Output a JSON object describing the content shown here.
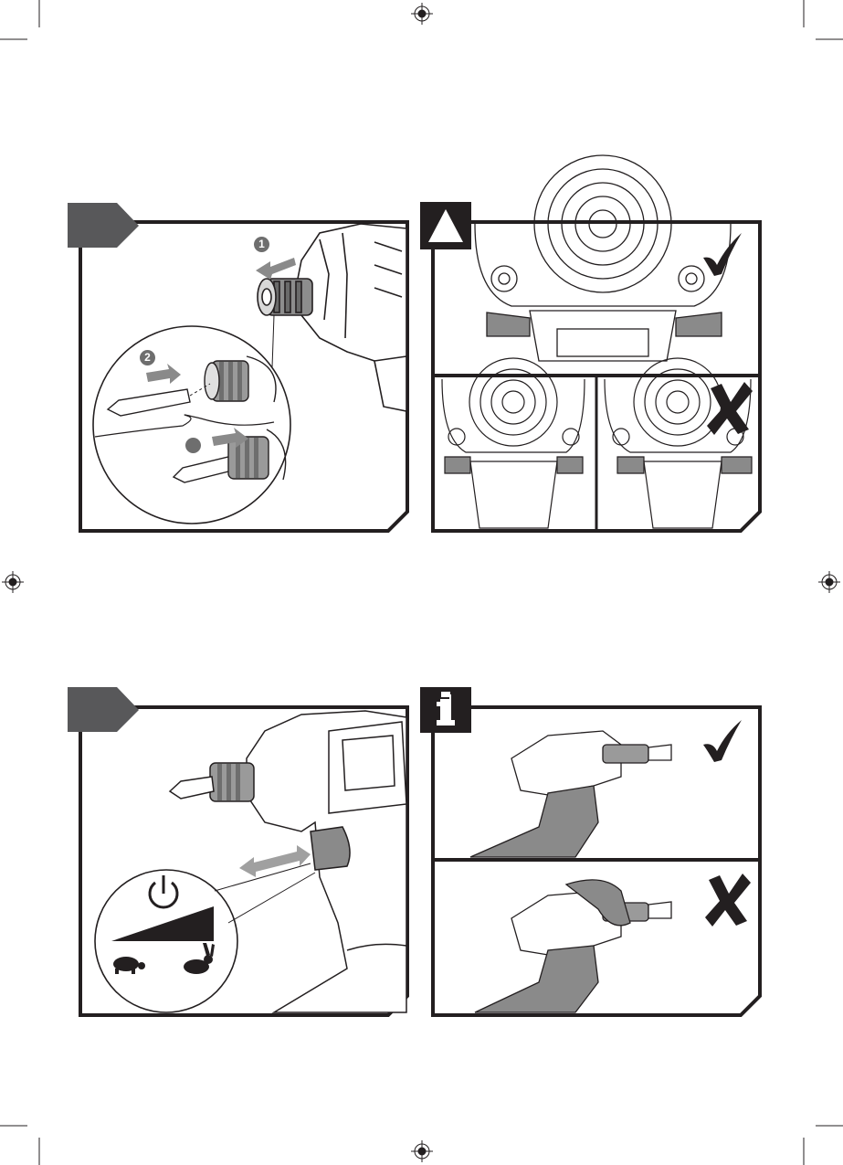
{
  "panel_a": {
    "step_markers": [
      "1",
      "2",
      ""
    ]
  },
  "panel_b": {
    "warning_symbol": "!",
    "correct_mark": "✔",
    "wrong_mark": "✘"
  },
  "panel_c": {
    "icons": [
      "power-icon",
      "turtle-icon",
      "rabbit-icon"
    ]
  },
  "panel_d": {
    "info_symbol": "i",
    "correct_mark": "✔",
    "wrong_mark": "✘"
  },
  "colors": {
    "tab": "#58585a",
    "line": "#231f20",
    "grey": "#7a7a7a",
    "light_grey": "#b5b5b5",
    "glove": "#8a8a8a"
  }
}
